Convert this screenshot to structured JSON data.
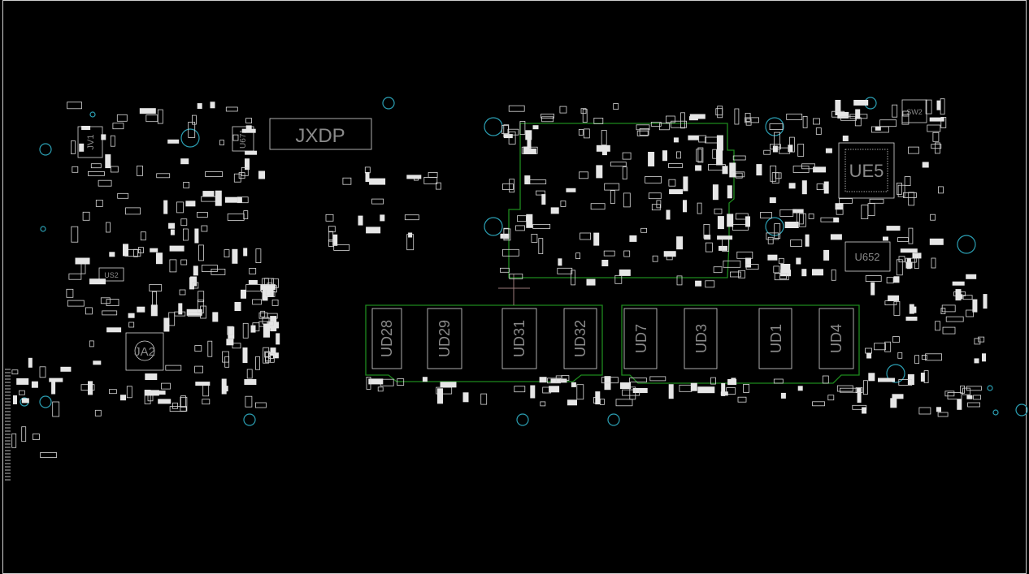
{
  "viewer": {
    "background": "#000000",
    "outline_color": "#1e8a1e",
    "component_color": "#d8d8d8",
    "hole_color": "#2b9fb3",
    "label_color": "#8a8a8a"
  },
  "designators": {
    "jxdp": "JXDP",
    "ue5": "UE5",
    "u652": "U652",
    "sw2": "SW2",
    "ja2": "JA2",
    "jv1": "JV1",
    "u671": "U671",
    "us2": "US2",
    "ud28": "UD28",
    "ud29": "UD29",
    "ud31": "UD31",
    "ud32": "UD32",
    "ud7": "UD7",
    "ud3": "UD3",
    "ud1": "UD1",
    "ud4": "UD4"
  }
}
